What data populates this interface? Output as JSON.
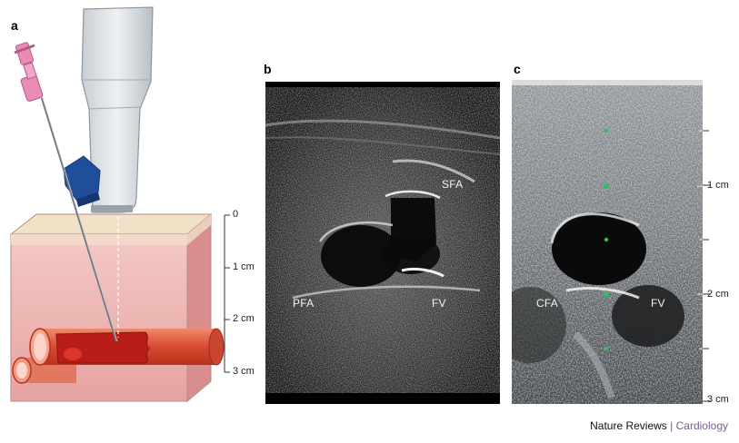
{
  "panels": {
    "a": {
      "letter": "a",
      "depth_labels": [
        "0",
        "1 cm",
        "2 cm",
        "3 cm"
      ]
    },
    "b": {
      "letter": "b",
      "labels": {
        "sfa": "SFA",
        "pfa": "PFA",
        "fv": "FV"
      }
    },
    "c": {
      "letter": "c",
      "labels": {
        "cfa": "CFA",
        "fv": "FV"
      },
      "depth_labels": [
        "1 cm",
        "2 cm",
        "3 cm"
      ]
    }
  },
  "footer": {
    "journal": "Nature Reviews",
    "separator": "|",
    "subject": "Cardiology"
  },
  "colors": {
    "tissue": "#e9a9a8",
    "vessel": "#d8432c",
    "needle_hub": "#e98bb3",
    "probe_grip": "#1f4f9a",
    "marker_dot": "#2fbf5a"
  },
  "icons": {
    "probe": "ultrasound-probe-icon",
    "needle": "needle-icon"
  }
}
